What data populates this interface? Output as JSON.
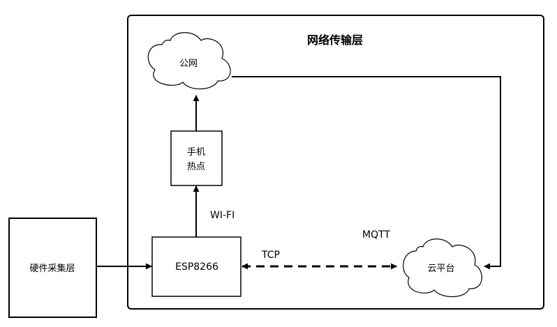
{
  "diagram": {
    "group_title": "网络传输层",
    "nodes": {
      "public_network": "公网",
      "hotspot_line1": "手机",
      "hotspot_line2": "热点",
      "esp8266": "ESP8266",
      "hardware_layer": "硬件采集层",
      "cloud_platform": "云平台"
    },
    "edge_labels": {
      "wifi": "WI-FI",
      "tcp": "TCP",
      "mqtt": "MQTT"
    }
  }
}
